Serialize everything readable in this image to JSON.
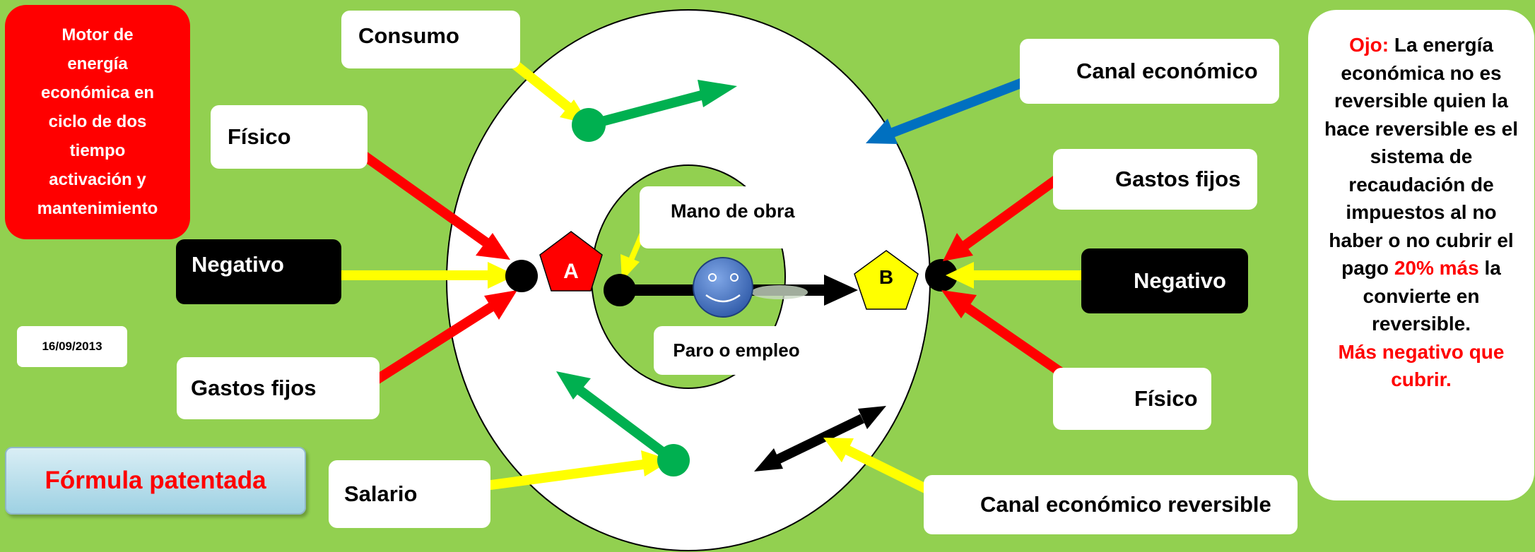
{
  "motor_box": [
    "Motor de",
    "energía",
    "económica en",
    "ciclo de dos",
    "tiempo",
    "activación y",
    "mantenimiento"
  ],
  "date": "16/09/2013",
  "formula_button": "Fórmula patentada",
  "labels": {
    "consumo": "Consumo",
    "fisico_left": "Físico",
    "negativo_left": "Negativo",
    "gastos_fijos_left": "Gastos fijos",
    "salario": "Salario",
    "mano_de_obra": "Mano de obra",
    "paro_o_empleo": "Paro o empleo",
    "canal_economico": "Canal económico",
    "gastos_fijos_right": "Gastos fijos",
    "negativo_right": "Negativo",
    "fisico_right": "Físico",
    "canal_reversible": "Canal económico reversible",
    "node_a": "A",
    "node_b": "B"
  },
  "ojo_note": {
    "prefix": "Ojo:",
    "part1": "La energía económica no es reversible quien la hace reversible es el sistema de recaudación de impuestos al no haber o no cubrir el pago",
    "highlight": "20% más",
    "part2": "la convierte en reversible.",
    "ending": "Más negativo que cubrir."
  },
  "colors": {
    "background": "#92d050",
    "red": "#ff0000",
    "yellow": "#ffff00",
    "green": "#00b050",
    "blue": "#0070c0",
    "black": "#000000"
  }
}
